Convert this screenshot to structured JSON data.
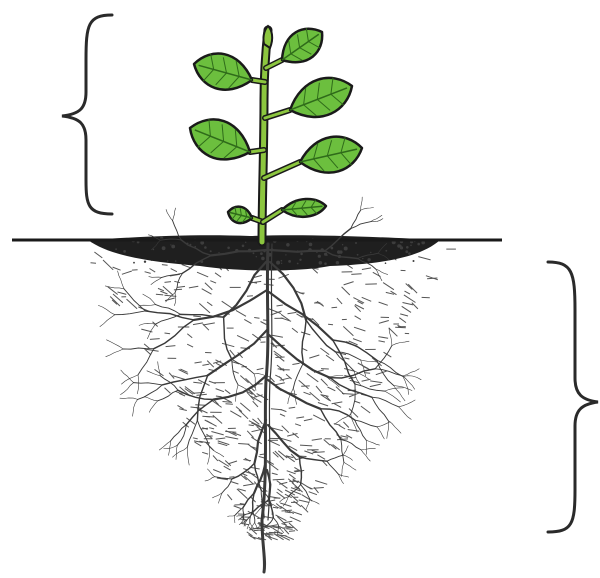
{
  "diagram": {
    "subject": "plant-shoot-and-root-system",
    "labels": [],
    "colors": {
      "leaf_fill": "#6cbf3e",
      "leaf_vein": "#2f6b1a",
      "stem": "#8cc63f",
      "outline": "#1a1a1a",
      "soil": "#1f1f1f",
      "root": "#3a3a3a",
      "bracket": "#2a2a2a",
      "background": "#ffffff"
    },
    "parts": {
      "shoot": {
        "shown": true,
        "bracket": "upper-left"
      },
      "soil_line": {
        "shown": true
      },
      "root_system": {
        "shown": true,
        "bracket": "lower-right"
      }
    }
  }
}
